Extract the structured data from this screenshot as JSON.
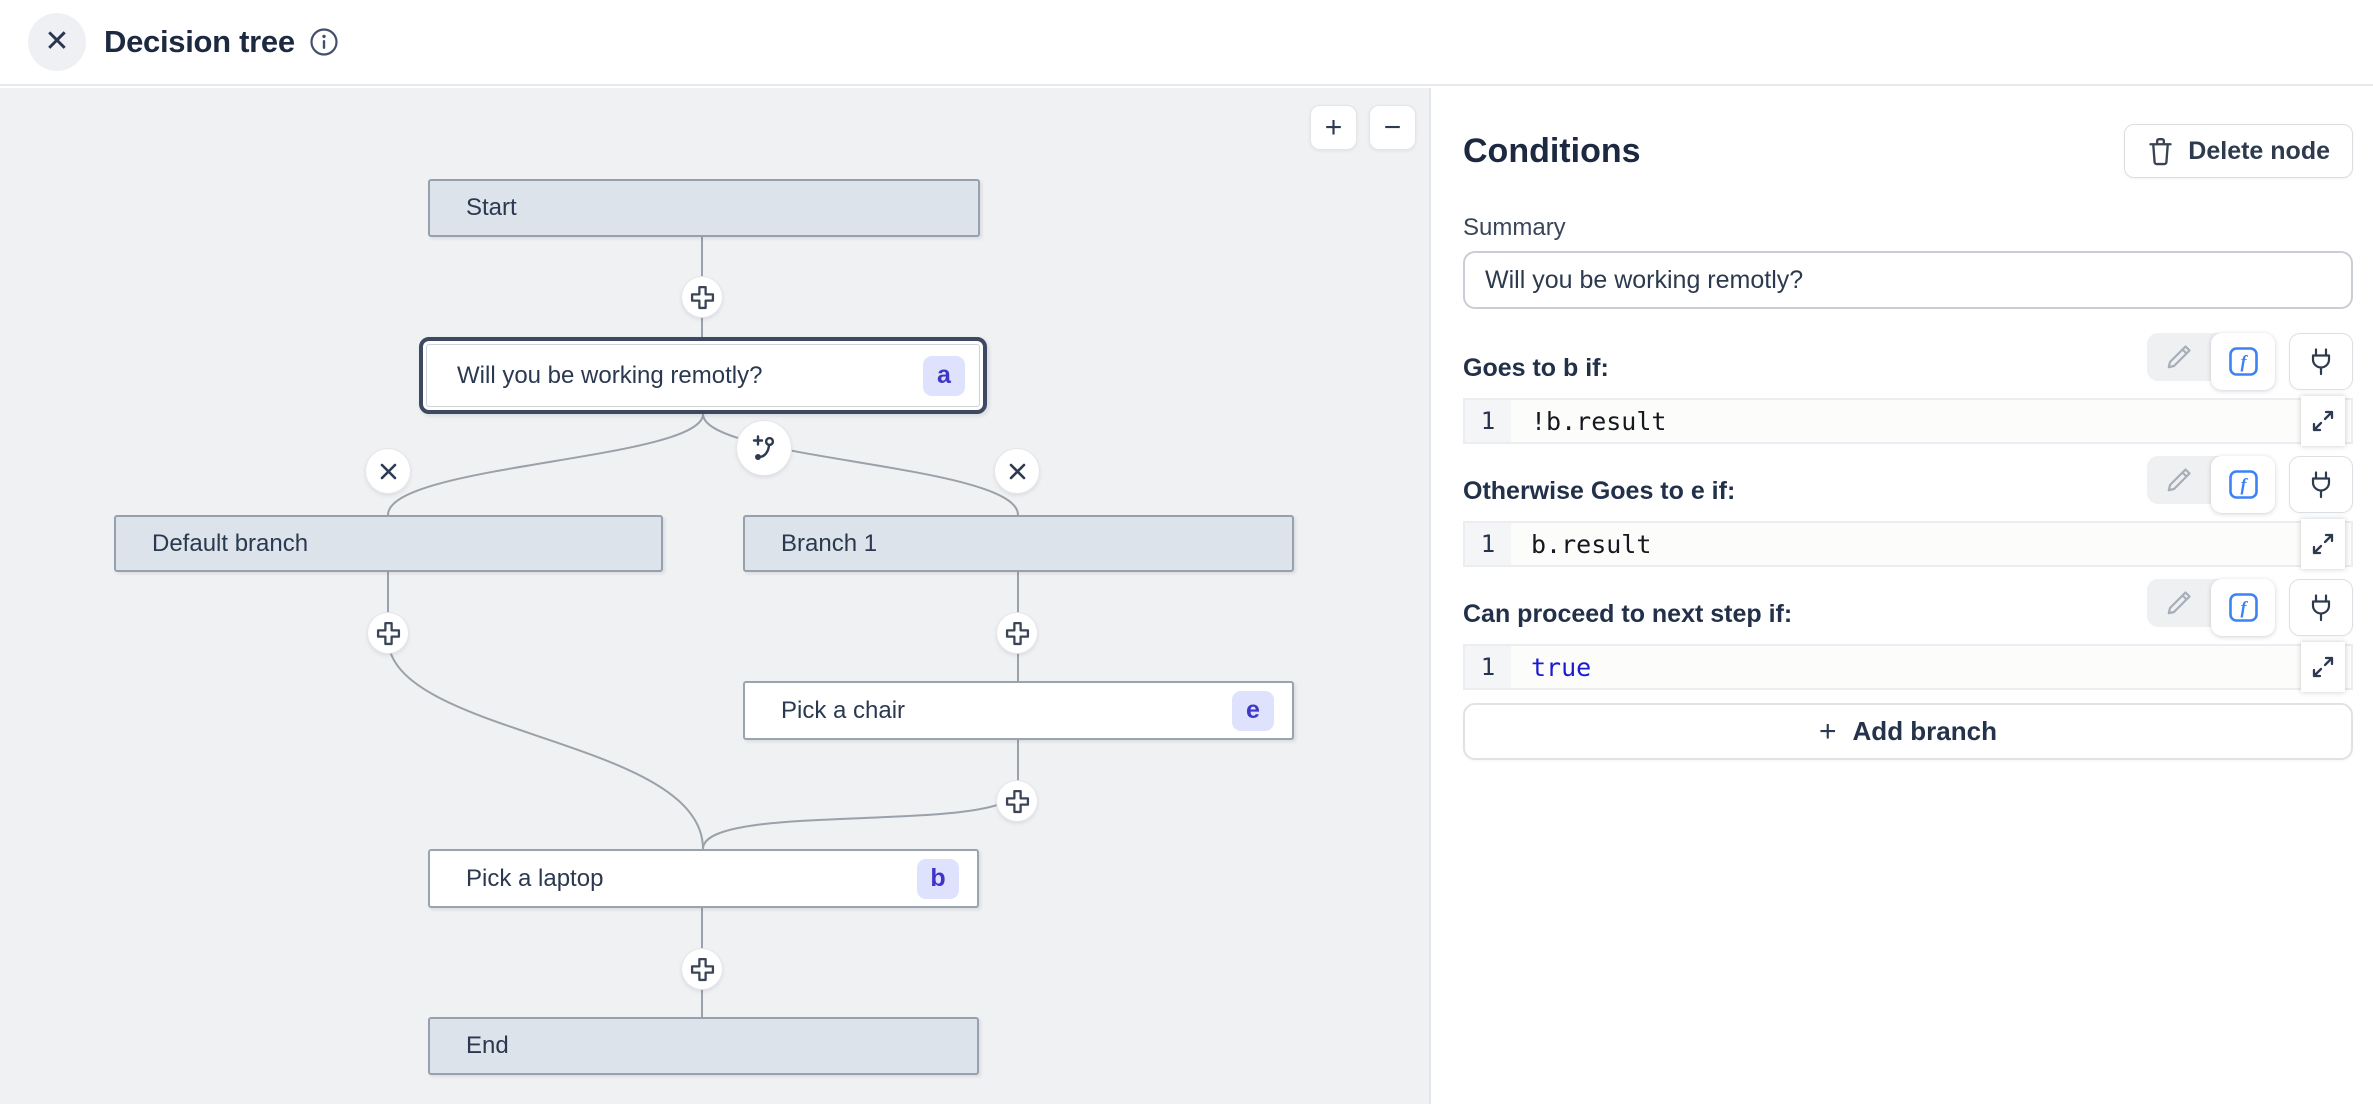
{
  "header": {
    "title": "Decision tree",
    "close_glyph": "✕"
  },
  "canvas": {
    "zoom_in": "+",
    "zoom_out": "−",
    "nodes": [
      {
        "id": "start",
        "label": "Start",
        "type": "gray"
      },
      {
        "id": "question",
        "label": "Will you be working remotly?",
        "badge": "a",
        "type": "selected"
      },
      {
        "id": "default-branch",
        "label": "Default branch",
        "type": "gray"
      },
      {
        "id": "branch-1",
        "label": "Branch 1",
        "type": "gray"
      },
      {
        "id": "pick-chair",
        "label": "Pick a chair",
        "badge": "e",
        "type": "white"
      },
      {
        "id": "pick-laptop",
        "label": "Pick a laptop",
        "badge": "b",
        "type": "white"
      },
      {
        "id": "end",
        "label": "End",
        "type": "gray"
      }
    ]
  },
  "panel": {
    "title": "Conditions",
    "delete_button": "Delete node",
    "summary_label": "Summary",
    "summary_value": "Will you be working remotly?",
    "conditions": [
      {
        "label": "Goes to b if:",
        "line": "1",
        "code": "!b.result",
        "code_color": "#15181e"
      },
      {
        "label": "Otherwise Goes to e if:",
        "line": "1",
        "code": "b.result",
        "code_color": "#15181e"
      },
      {
        "label": "Can proceed to next step if:",
        "line": "1",
        "code": "true",
        "code_color": "#1b1bd1"
      }
    ],
    "add_branch": {
      "plus": "+",
      "label": "Add branch"
    }
  },
  "colors": {
    "accent_blue": "#3b82f6",
    "badge_bg": "#dee2fc",
    "badge_text": "#4035c8",
    "node_gray_fill": "#dce3ea",
    "node_border": "#97a1ad",
    "selected_border": "#3d4961",
    "canvas_bg": "#f0f1f3",
    "edge": "#9aa1a8",
    "code_keyword": "#1b1bd1",
    "dark_navy": "#1c2940"
  }
}
